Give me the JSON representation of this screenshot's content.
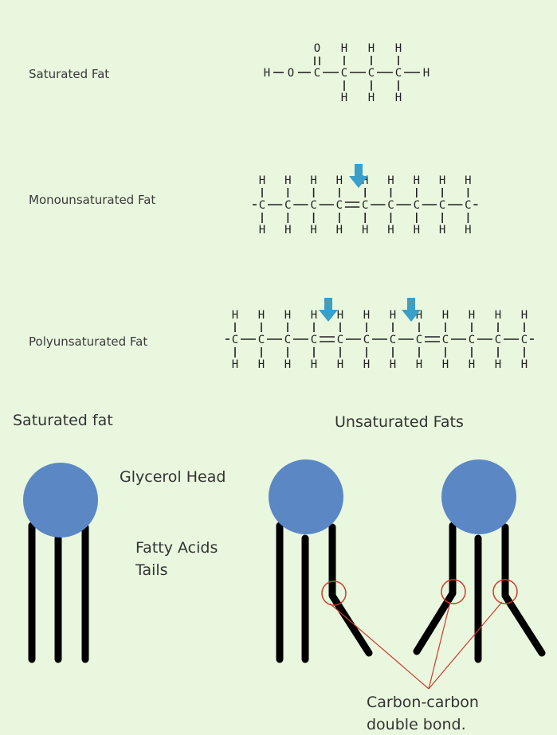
{
  "top": {
    "saturated_label": "Saturated Fat",
    "monounsaturated_label": "Monounsaturated Fat",
    "polyunsaturated_label": "Polyunsaturated Fat",
    "atoms": {
      "carbon": "C",
      "hydrogen": "H",
      "oxygen": "O"
    },
    "arrow_color": "#3a9fc9"
  },
  "bottom": {
    "saturated_title": "Saturated fat",
    "unsaturated_title": "Unsaturated Fats",
    "glycerol_label": "Glycerol Head",
    "tails_label_line1": "Fatty Acids",
    "tails_label_line2": "Tails",
    "bond_label_line1": "Carbon-carbon",
    "bond_label_line2": "double bond.",
    "head_color": "#5b87c5",
    "tail_color": "#000000",
    "bond_marker_color": "#d23a2a"
  }
}
